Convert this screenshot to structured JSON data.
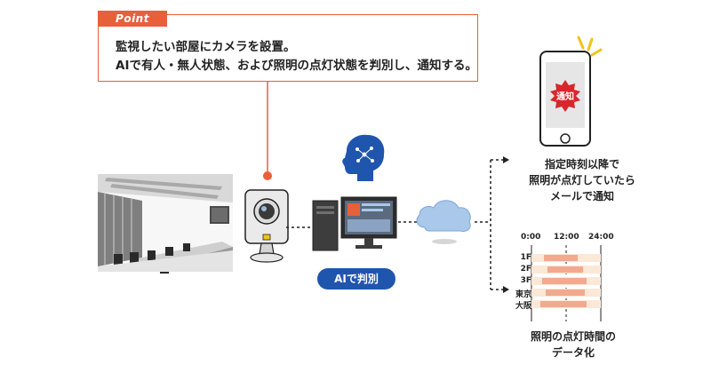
{
  "point": {
    "tag": "Point",
    "line1": "監視したい部屋にカメラを設置。",
    "line2": "AIで有人・無人状態、および照明の点灯状態を判別し、通知する。"
  },
  "ai_label": "AIで判別",
  "phone_badge": "通知",
  "notification": {
    "line1": "指定時刻以降で",
    "line2": "照明が点灯していたら",
    "line3": "メールで通知"
  },
  "timeline": {
    "ticks": [
      "0:00",
      "12:00",
      "24:00"
    ],
    "floors": [
      "1F",
      "2F",
      "3F",
      "東京",
      "大阪"
    ],
    "caption_line1": "照明の点灯時間の",
    "caption_line2": "データ化"
  },
  "colors": {
    "accent": "#e8603a",
    "ai_blue": "#1f55ad",
    "bar_on": "#f2a98f",
    "bar_off": "#fbe8d6",
    "cloud": "#a9c8ea"
  }
}
